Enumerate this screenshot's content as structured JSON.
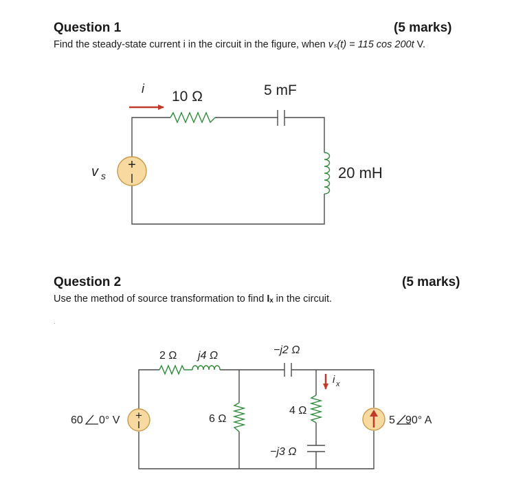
{
  "q1": {
    "title": "Question 1",
    "marks": "(5 marks)",
    "text_pre": "Find the steady-state current i in the circuit in the figure, when ",
    "text_formula": "vₛ(t) = 115 cos 200t",
    "text_post": " V.",
    "circuit": {
      "current_label": "i",
      "resistor": "10 Ω",
      "capacitor": "5 mF",
      "inductor": "20 mH",
      "source_label": "v",
      "source_sub": "s"
    }
  },
  "q2": {
    "title": "Question 2",
    "marks": "(5 marks)",
    "text_pre": "Use the method of source transformation to find ",
    "text_var": "Iₓ",
    "text_post": " in the circuit.",
    "circuit": {
      "r1": "2 Ω",
      "l1": "j4 Ω",
      "c1": "−j2 Ω",
      "r2": "6 Ω",
      "r3": "4 Ω",
      "c2": "−j3 Ω",
      "current_label": "i",
      "current_sub": "x",
      "vsource": "60∠ 0° V",
      "vsource_mag": "60",
      "vsource_ang": "0° V",
      "isource_mag": "5",
      "isource_ang": "90° A"
    }
  },
  "colors": {
    "wire": "#4a4a4a",
    "resistor": "#2f8a3a",
    "source_fill": "#f8d9a0",
    "arrow": "#c0392b"
  }
}
